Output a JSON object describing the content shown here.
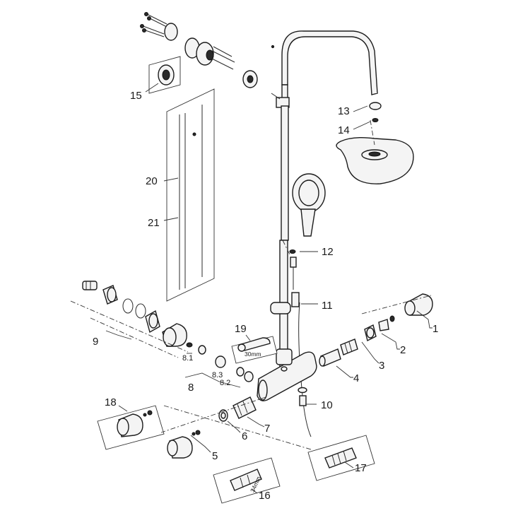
{
  "labels": {
    "p1": "1",
    "p2": "2",
    "p3": "3",
    "p4": "4",
    "p5": "5",
    "p6": "6",
    "p7": "7",
    "p8": "8",
    "p8_1": "8.1",
    "p8_2": "8.2",
    "p8_3": "8.3",
    "p9": "9",
    "p10": "10",
    "p11": "11",
    "p12": "12",
    "p13": "13",
    "p14": "14",
    "p15": "15",
    "p16": "16",
    "p17": "17",
    "p18": "18",
    "p19": "19",
    "p20": "20",
    "p21": "21"
  },
  "dimensions": {
    "wrench_size": "30mm",
    "cartridge_size": "34mm"
  }
}
